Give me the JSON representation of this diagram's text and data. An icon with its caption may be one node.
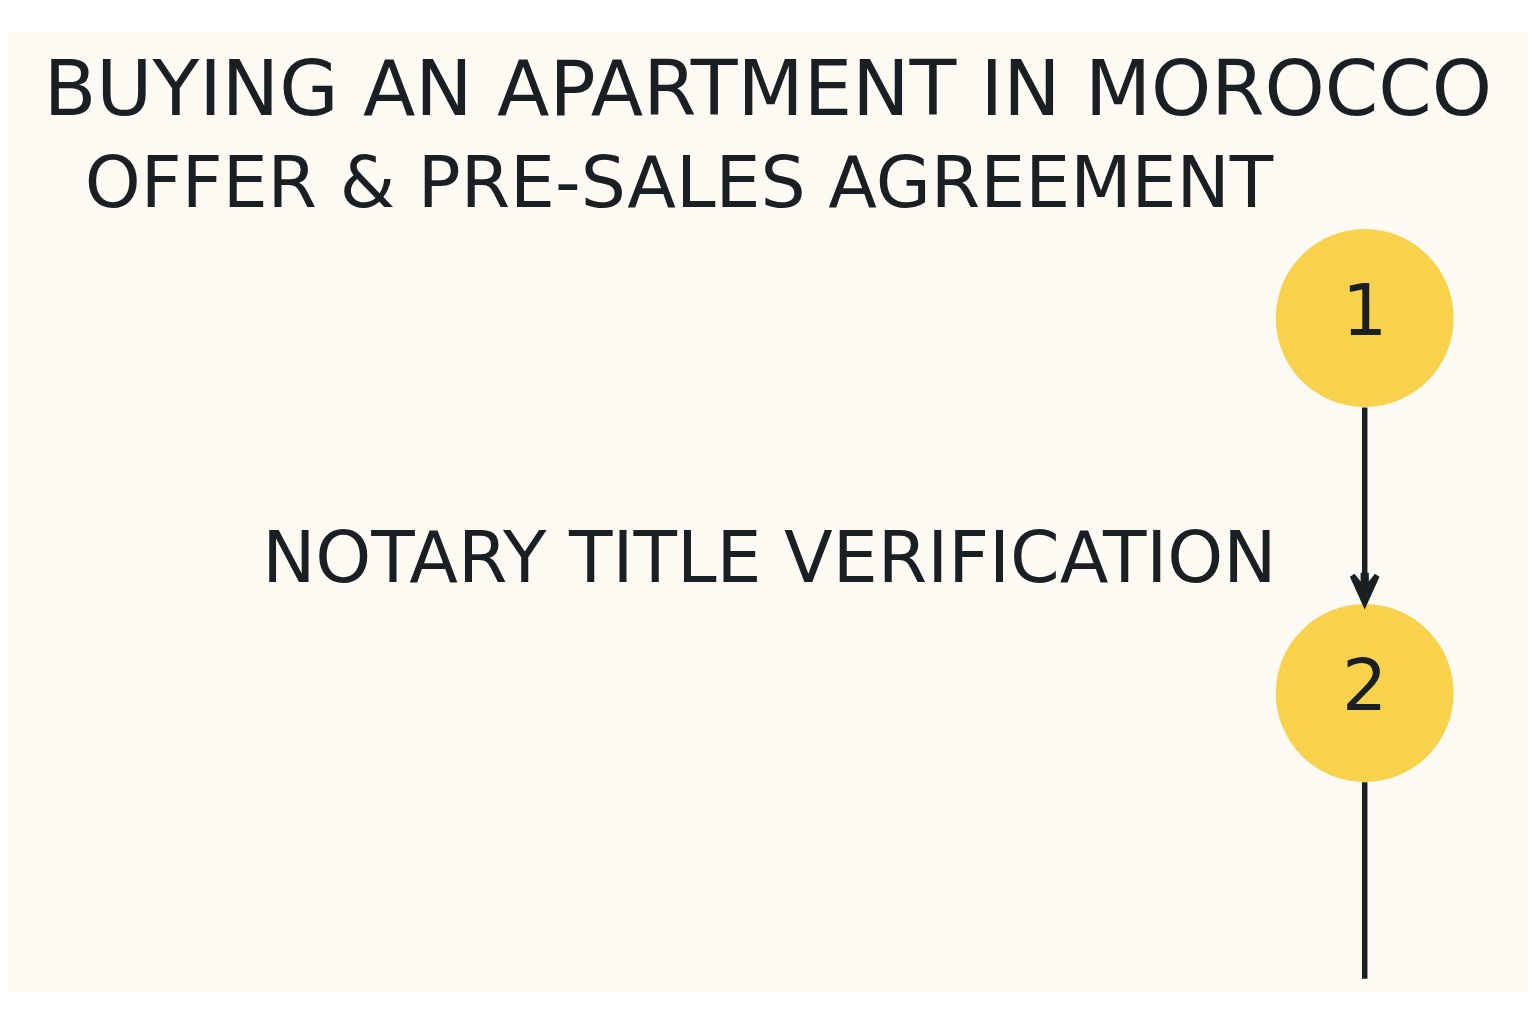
{
  "diagram": {
    "title": "BUYING AN APARTMENT IN MOROCCO",
    "nodes": [
      {
        "text": [
          "1"
        ],
        "beside": [
          "OFFER & PRE-SALES AGREEMENT"
        ]
      },
      {
        "text": [
          "2"
        ],
        "beside": [
          "NOTARY TITLE VERIFICATION"
        ]
      }
    ],
    "edges": [
      {
        "from": 0,
        "to": 1,
        "arrow": "to"
      },
      {
        "from": 1,
        "to": null,
        "arrow": "none"
      }
    ]
  }
}
